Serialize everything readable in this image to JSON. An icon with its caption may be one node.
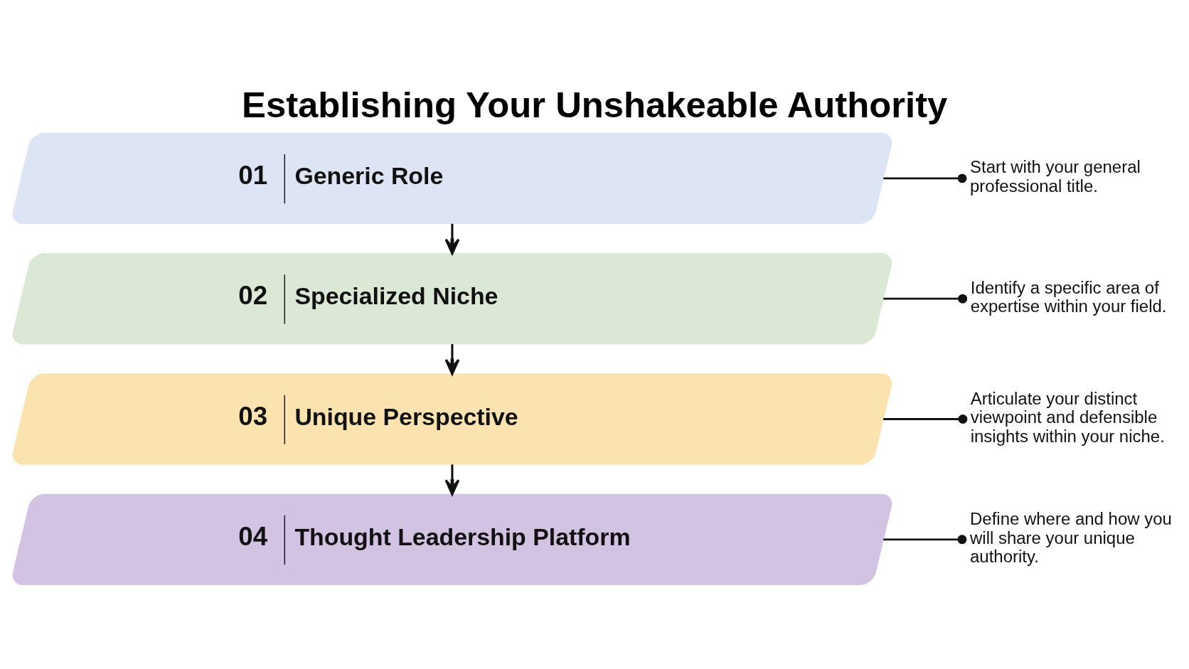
{
  "diagram": {
    "title": "Establishing Your Unshakeable Authority",
    "nodes": [
      {
        "text": [
          "01",
          "Generic Role"
        ]
      },
      {
        "text": [
          "Start with your general professional title."
        ]
      },
      {
        "text": [
          "02",
          "Specialized Niche"
        ]
      },
      {
        "text": [
          "Identify a specific area of expertise within your field."
        ]
      },
      {
        "text": [
          "03",
          "Unique Perspective"
        ]
      },
      {
        "text": [
          "Articulate your distinct viewpoint and defensible insights within your niche."
        ]
      },
      {
        "text": [
          "04",
          "Thought Leadership Platform"
        ]
      },
      {
        "text": [
          "Define where and how you will share your unique authority."
        ]
      }
    ],
    "edges": [
      {
        "from": 0,
        "to": 1,
        "arrow": "other"
      },
      {
        "from": 0,
        "to": 2,
        "arrow": "to"
      },
      {
        "from": 2,
        "to": 3,
        "arrow": "other"
      },
      {
        "from": 2,
        "to": 4,
        "arrow": "to"
      },
      {
        "from": 4,
        "to": 5,
        "arrow": "other"
      },
      {
        "from": 4,
        "to": 6,
        "arrow": "to"
      },
      {
        "from": 6,
        "to": 7,
        "arrow": "other"
      }
    ]
  }
}
